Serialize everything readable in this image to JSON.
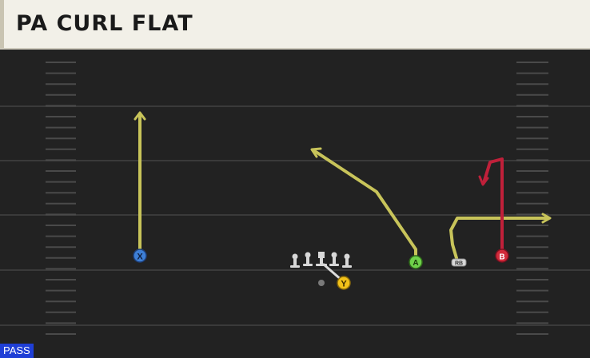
{
  "header": {
    "title": "PA CURL FLAT"
  },
  "badge": {
    "play_type": "PASS"
  },
  "colors": {
    "field": "#222222",
    "yard_line": "#3a3a3a",
    "hash": "#4a4a4a",
    "route_primary": "#c8c45a",
    "route_hot": "#c0203a",
    "receiver_x": "#3d7fd6",
    "receiver_a": "#6fd14a",
    "receiver_b": "#d12a3a",
    "receiver_y": "#f2c21a",
    "lineman": "#d8d8d8",
    "badge_bg": "#1f3fd6"
  },
  "players": {
    "x": "X",
    "a": "A",
    "b": "B",
    "y": "Y",
    "rb": "RB"
  }
}
